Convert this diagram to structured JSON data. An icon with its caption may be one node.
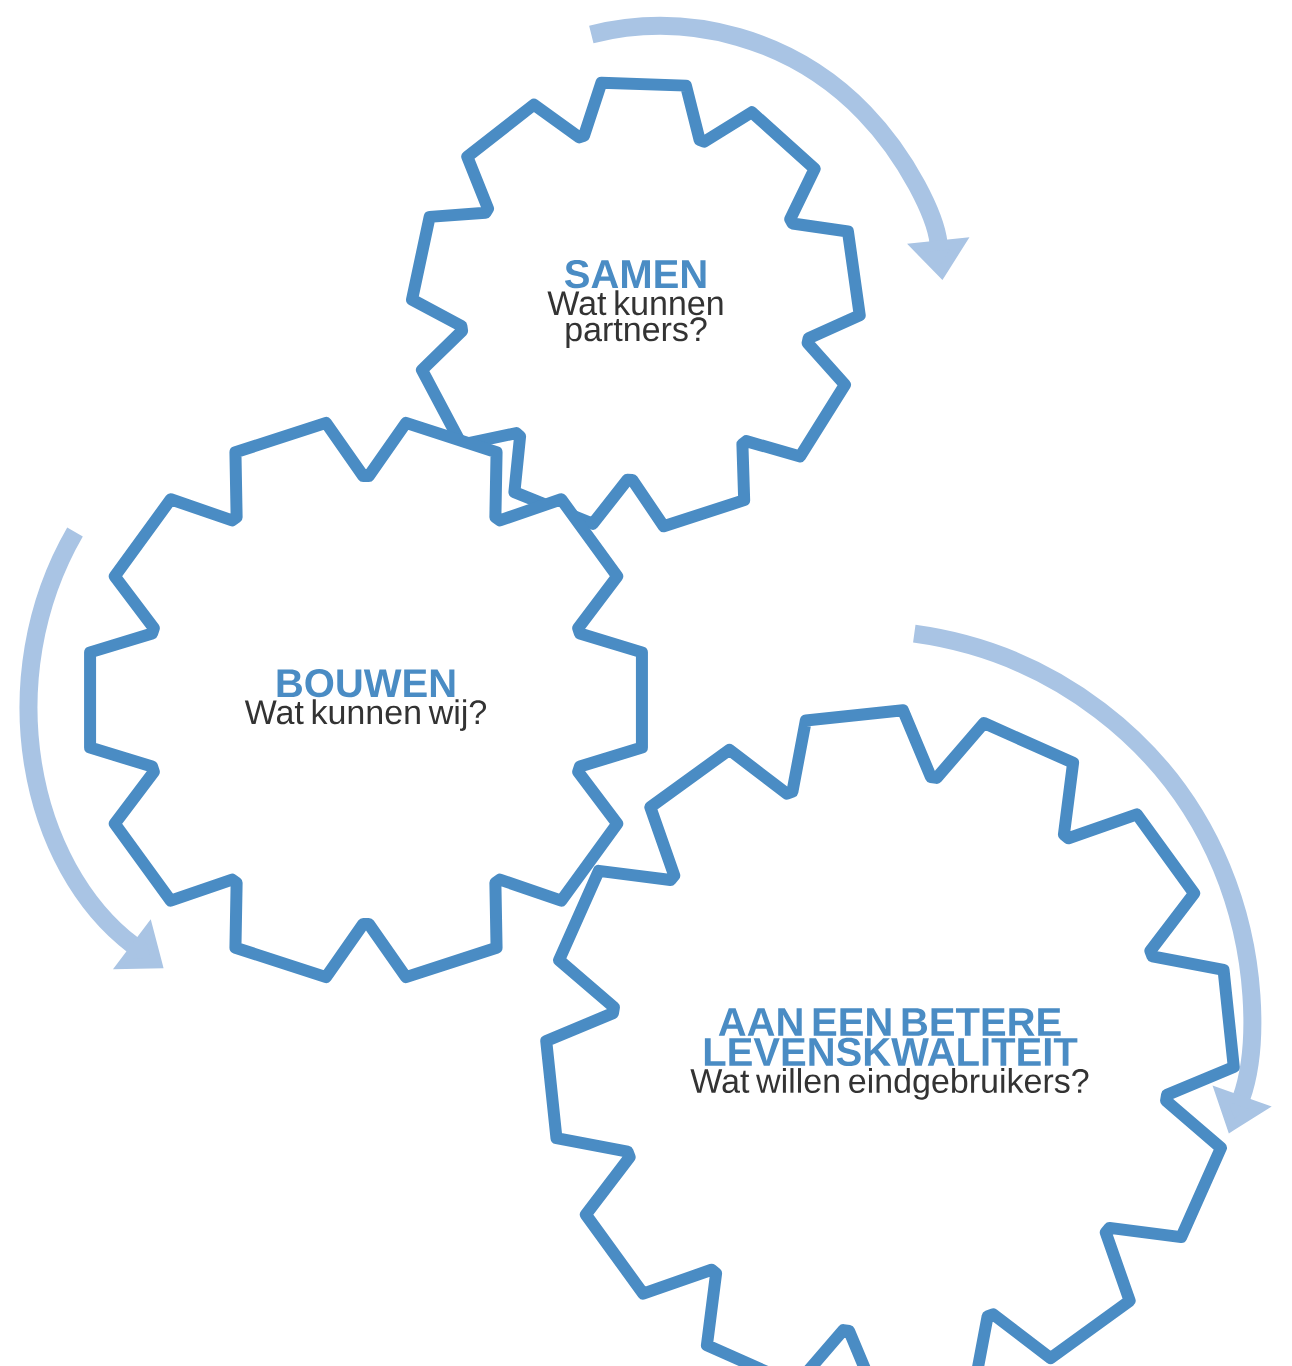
{
  "diagram": {
    "nodes": [
      {
        "text": [
          "SAMEN",
          "Wat kunnen partners?"
        ]
      },
      {
        "text": [
          "BOUWEN",
          "Wat kunnen wij?"
        ]
      },
      {
        "text": [
          "AAN EEN BETERE LEVENSKWALITEIT",
          "Wat willen eindgebruikers?"
        ]
      }
    ]
  }
}
